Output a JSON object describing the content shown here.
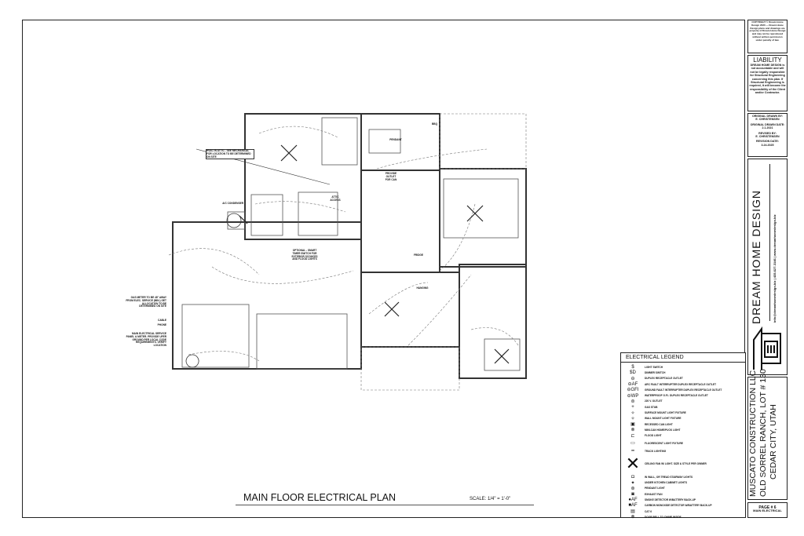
{
  "sheet": {
    "title": "MAIN FLOOR ELECTRICAL PLAN",
    "scale": "SCALE: 1/4\" = 1'-0\""
  },
  "title_block": {
    "copyright": "COPYRIGHT © Dream Home Design 2020 — Dream Home Design plans and drawings are property of Dream Home Design and may not be reproduced without written permission under penalty of law.",
    "liability_heading": "LIABILITY",
    "liability_text": "DREAM HOME DESIGN is not accountable and will not be legally responsible for Structural Engineering concerning this plan. If Structural Engineering is required, it will become the responsibility of the Client and/or Contractor.",
    "drawn_by_label": "ORIGINAL DRAWN BY:",
    "drawn_by": "E. CHRISTENSEN",
    "drawn_date_label": "ORIGINAL DRAWN DATE:",
    "drawn_date": "2.1.2021",
    "revised_by_label": "REVISED BY:",
    "revised_by": "E. CHRISTENSEN",
    "revision_date_label": "REVISION DATE:",
    "revision_date": "3.24.2025",
    "company": "DREAM HOME DESIGN",
    "contact": "info@dreamhomedesign.biz  |  435-627-3146  |  www.dreamhomedesign.biz",
    "client_line1": "MUSCATO CONSTRUCTION LLC",
    "client_line2": "OLD SORREL RANCH, LOT # 130",
    "client_line3": "CEDAR CITY, UTAH",
    "page": "PAGE # 6",
    "page_name": "MAIN ELECTRICAL"
  },
  "legend": {
    "heading": "ELECTRICAL LEGEND",
    "items": [
      {
        "symbol": "$",
        "label": "LIGHT SWITCH"
      },
      {
        "symbol": "$D",
        "label": "DIMMER SWITCH"
      },
      {
        "symbol": "⊖",
        "label": "DUPLEX RECEPTACLE OUTLET"
      },
      {
        "symbol": "⊖AF",
        "label": "ARC FAULT INTERRUPTER DUPLEX RECEPTACLE OUTLET"
      },
      {
        "symbol": "⊖GFI",
        "label": "GROUND FAULT INTERRUPTER DUPLEX RECEPTACLE OUTLET"
      },
      {
        "symbol": "⊖WP",
        "label": "WATERPROOF G.F.I. DUPLEX RECEPTACLE OUTLET"
      },
      {
        "symbol": "⊜",
        "label": "220 V. OUTLET"
      },
      {
        "symbol": "+",
        "label": "GAS STUB"
      },
      {
        "symbol": "✧",
        "label": "SURFACE MOUNT LIGHT FIXTURE"
      },
      {
        "symbol": "✧",
        "label": "WALL MOUNT LIGHT FIXTURE"
      },
      {
        "symbol": "▣",
        "label": "RECESSED CAN LIGHT"
      },
      {
        "symbol": "⊗",
        "label": "MINI-CAN HOME/PUCK LIGHT"
      },
      {
        "symbol": "⊏",
        "label": "FLOOD LIGHT"
      },
      {
        "symbol": "▭",
        "label": "FLUORESCENT LIGHT FIXTURE"
      },
      {
        "symbol": "━",
        "label": "TRACK LIGHTING"
      },
      {
        "symbol": "✕",
        "label": "CEILING FAN W/ LIGHT. SIZE & STYLE PER OWNER"
      },
      {
        "symbol": "◘",
        "label": "IN WALL, OR TREAD STAIRWAY LIGHTS"
      },
      {
        "symbol": "✦",
        "label": "UNDER KITCHEN CABINET LIGHTS"
      },
      {
        "symbol": "⊛",
        "label": "PENDANT LIGHT"
      },
      {
        "symbol": "◙",
        "label": "EXHAUST FAN"
      },
      {
        "symbol": "●AF",
        "label": "SMOKE DETECTOR W/BATTERY BACK-UP"
      },
      {
        "symbol": "■AF",
        "label": "CARBON MONOXIDE DETECTOR W/BATTERY BACK-UP"
      },
      {
        "symbol": "▤",
        "label": "CAT 6"
      },
      {
        "symbol": "⊗",
        "label": "DOOR BELL TO CHIME INSIDE"
      }
    ]
  },
  "plan_notes": {
    "hvac": "HVAC IN ATTIC - SEE MECHANICAL FOR LOCATION TO BE DETERMINED ON SITE",
    "ac": "A/C CONDENSER",
    "attic": "ATTIC ACCESS",
    "timer": "OPTIONAL - SMART TIMER SWITCH FOR EXTERIOR SCONCES AND FLOOD LIGHTS",
    "car_meter": "GAS METER TO BE 48\" AWAY FROM ELEC. SERVICE (MIN.) GET ALLOCATION TO BE DETERMINED ON SITE",
    "cable": "CABLE",
    "phone": "PHONE",
    "main_service": "MAIN ELECTRICAL SERVICE PANEL & METER. PROVIDE UFER GROUND PER LOCAL CODE REQUIREMENTS. VERIFY LOCATION",
    "pendant": "PENDANT",
    "outlet": "PROVIDE OUTLET FOR CAN",
    "bbq": "BBQ",
    "fridge": "FRIDGE",
    "hanging": "HANGING"
  }
}
